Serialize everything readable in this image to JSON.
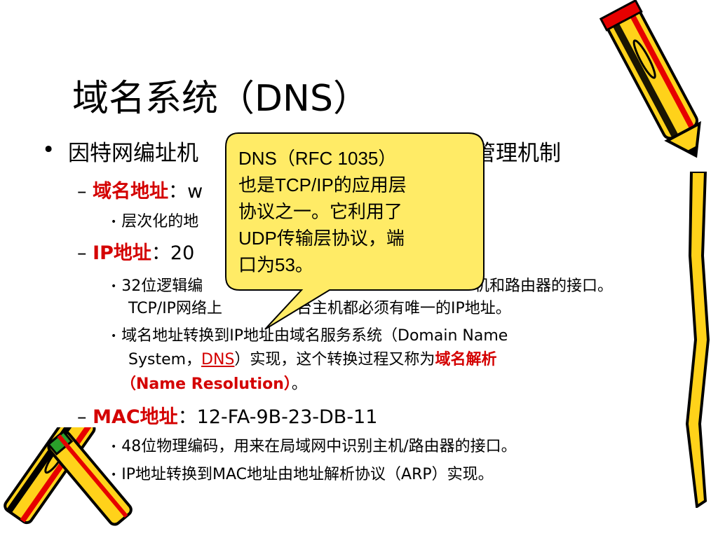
{
  "title": "域名系统（DNS）",
  "bullets": {
    "b1": "因特网编址机",
    "b1_tail": "管理机制",
    "domain_label": "域名地址",
    "domain_colon": "：w",
    "domain_sub1": "层次化的地",
    "ip_label": "IP地址",
    "ip_value": "：20",
    "ip_sub1_a": "32位逻辑编",
    "ip_sub1_b": "机和路由器的接口。",
    "ip_sub1_c": "TCP/IP网络上",
    "ip_sub1_d": "台主机都必须有唯一的IP地址。",
    "ip_sub2_a": "域名地址转换到IP地址由域名服务系统（Domain Name",
    "ip_sub2_b_pre": "System，",
    "ip_sub2_b_link": "DNS",
    "ip_sub2_b_mid": "）实现，这个转换过程又称为",
    "ip_sub2_b_red": "域名解析",
    "ip_sub2_c_red": "（Name Resolution）",
    "ip_sub2_c_end": "。",
    "mac_label": "MAC地址",
    "mac_value": "：12-FA-9B-23-DB-11",
    "mac_sub1": "48位物理编码，用来在局域网中识别主机/路由器的接口。",
    "mac_sub2": "IP地址转换到MAC地址由地址解析协议（ARP）实现。"
  },
  "callout": {
    "line1": "DNS（RFC 1035）",
    "line2": "也是TCP/IP的应用层",
    "line3": "协议之一。它利用了",
    "line4": "UDP传输层协议，端",
    "line5": "口为53。"
  },
  "colors": {
    "red": "#d40000",
    "callout_fill": "#ffeb66",
    "pencil_yellow": "#ffd21a"
  }
}
